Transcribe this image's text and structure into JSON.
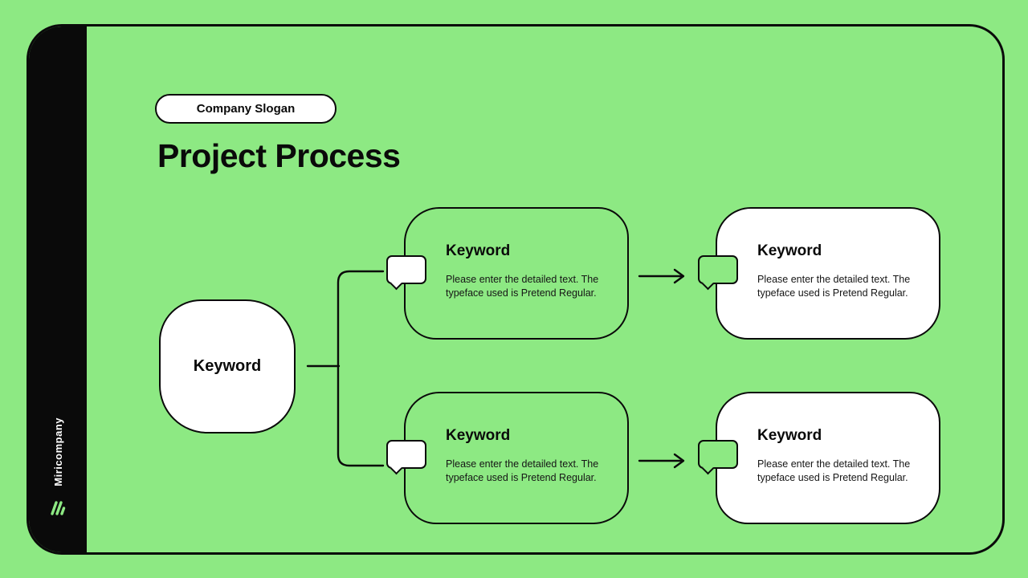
{
  "colors": {
    "background_green": "#8DE983",
    "black": "#0A0A0A",
    "white": "#FFFFFF"
  },
  "sidebar": {
    "company_name": "Miricompany",
    "logo_icon": "diagonal-stripes-logo"
  },
  "header": {
    "slogan_label": "Company Slogan",
    "title": "Project Process"
  },
  "diagram": {
    "root_label": "Keyword",
    "branches": [
      {
        "mid": {
          "title": "Keyword",
          "desc": "Please enter the detailed text. The typeface used is Pretend Regular."
        },
        "end": {
          "title": "Keyword",
          "desc": "Please enter the detailed text. The typeface used is Pretend Regular."
        }
      },
      {
        "mid": {
          "title": "Keyword",
          "desc": "Please enter the detailed text. The typeface used is Pretend Regular."
        },
        "end": {
          "title": "Keyword",
          "desc": "Please enter the detailed text. The typeface used is Pretend Regular."
        }
      }
    ]
  }
}
